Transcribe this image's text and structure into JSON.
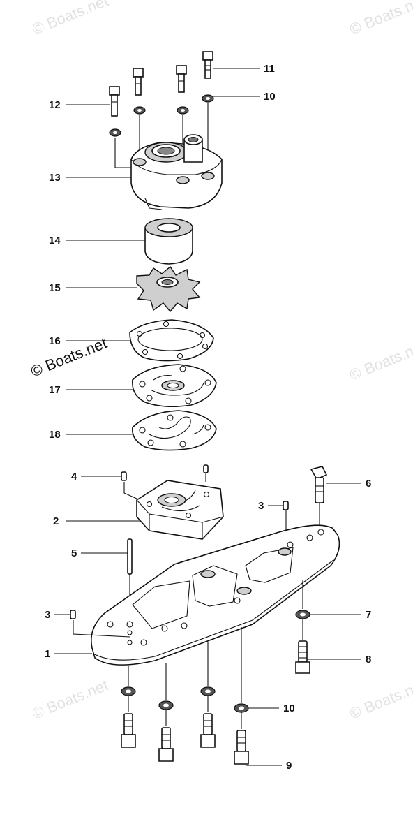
{
  "watermark": {
    "text": "© Boats.net"
  },
  "callouts": {
    "p1": "1",
    "p2": "2",
    "p3a": "3",
    "p3b": "3",
    "p4": "4",
    "p5": "5",
    "p6": "6",
    "p7": "7",
    "p8": "8",
    "p9": "9",
    "p10a": "10",
    "p10b": "10",
    "p11": "11",
    "p12": "12",
    "p13": "13",
    "p14": "14",
    "p15": "15",
    "p16": "16",
    "p17": "17",
    "p18": "18"
  }
}
